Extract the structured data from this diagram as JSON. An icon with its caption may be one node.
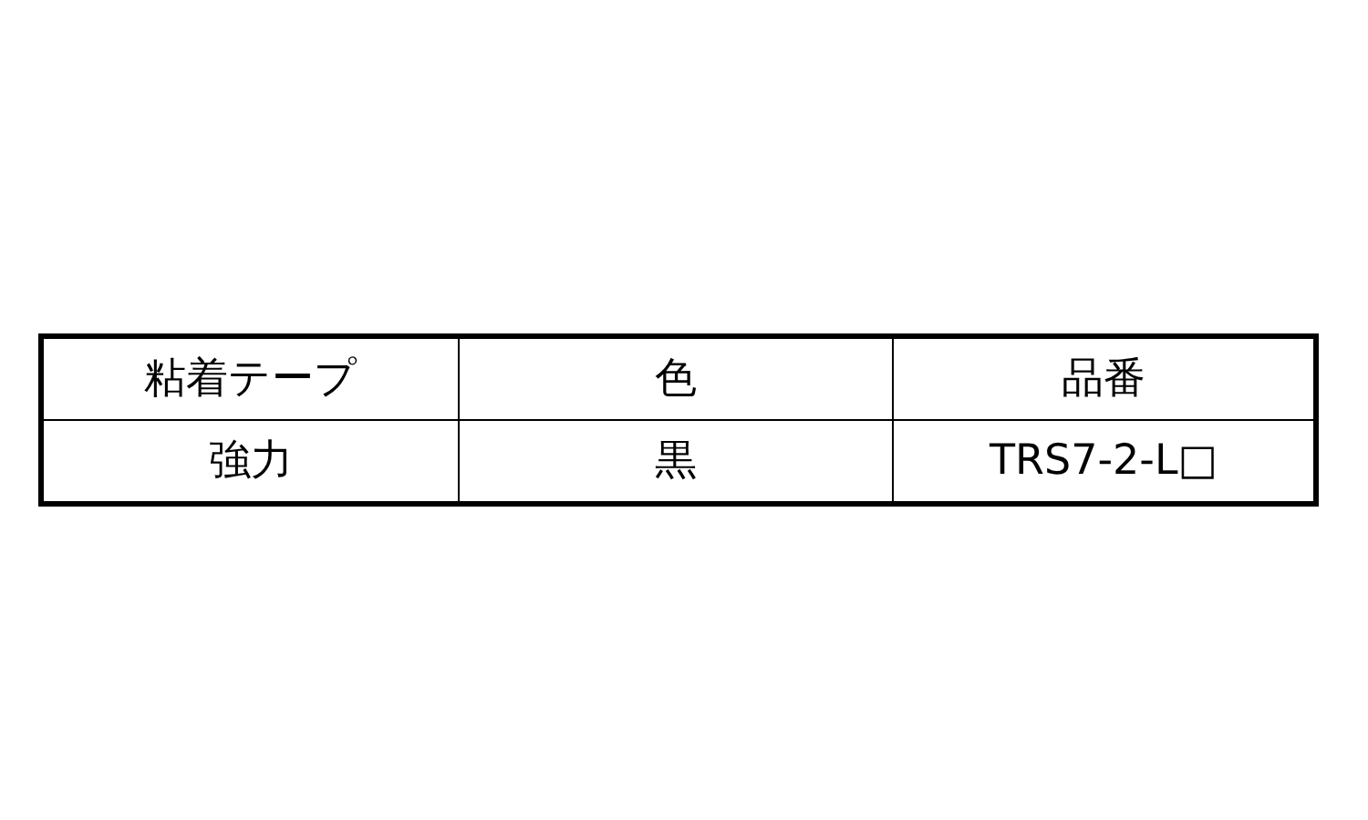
{
  "diagram": {
    "labels": [
      "粘着テープ",
      "色",
      "品番",
      "強力",
      "黒",
      "TRS7-2-L□"
    ]
  }
}
